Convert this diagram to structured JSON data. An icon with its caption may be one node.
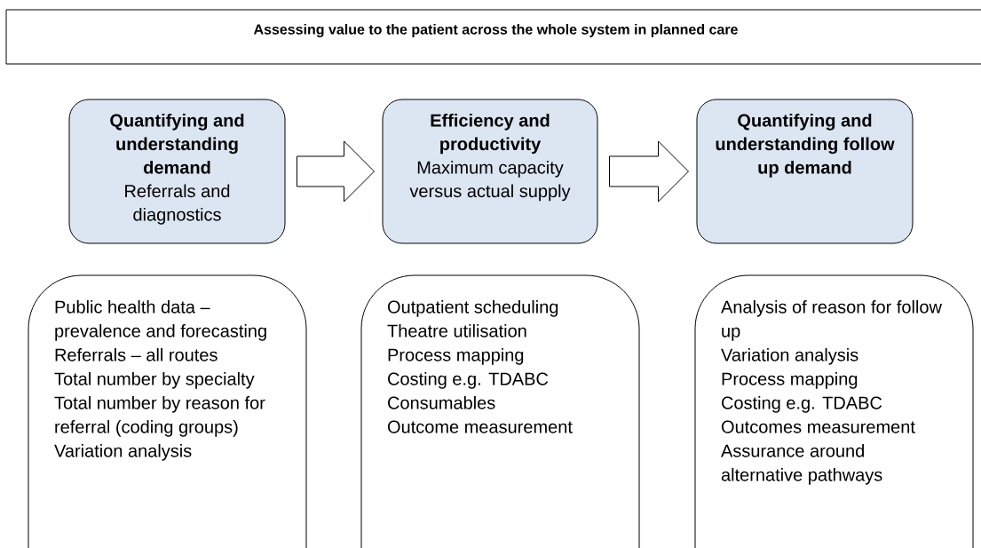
{
  "diagram": {
    "nodes": [
      {
        "text": [
          "Assessing value to the patient across the whole system in planned care"
        ]
      },
      {
        "text": [
          "Quantifying and understanding demand",
          "Referrals and diagnostics"
        ]
      },
      {
        "text": [
          "Efficiency and productivity",
          "Maximum capacity versus actual supply"
        ]
      },
      {
        "text": [
          "Quantifying and understanding follow up demand"
        ]
      },
      {
        "text": [
          "Public health data – prevalence and forecasting",
          "Referrals – all routes",
          "Total number by specialty",
          "Total number by reason for referral (coding groups)",
          "Variation analysis"
        ]
      },
      {
        "text": [
          "Outpatient scheduling",
          "Theatre utilisation",
          "Process mapping",
          "Costing e.g. TDABC",
          "Consumables",
          "Outcome measurement"
        ]
      },
      {
        "text": [
          "Analysis of reason for follow up",
          "Variation analysis",
          "Process mapping",
          "Costing e.g. TDABC",
          "Outcomes measurement",
          "Assurance around alternative pathways"
        ]
      }
    ],
    "edges": [
      {
        "from": 1,
        "to": 2,
        "arrow": "to"
      },
      {
        "from": 2,
        "to": 3,
        "arrow": "to"
      }
    ]
  }
}
